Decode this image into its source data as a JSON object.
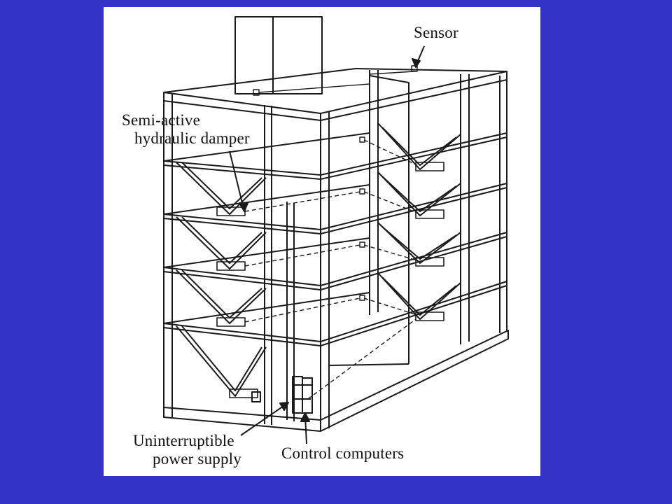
{
  "background_color": "#3333c8",
  "panel_color": "#ffffff",
  "line_color": "#1a1a1a",
  "labels": {
    "sensor": "Sensor",
    "damper_line1": "Semi-active",
    "damper_line2": "hydraulic damper",
    "ups_line1": "Uninterruptible",
    "ups_line2": "power supply",
    "control": "Control computers"
  }
}
